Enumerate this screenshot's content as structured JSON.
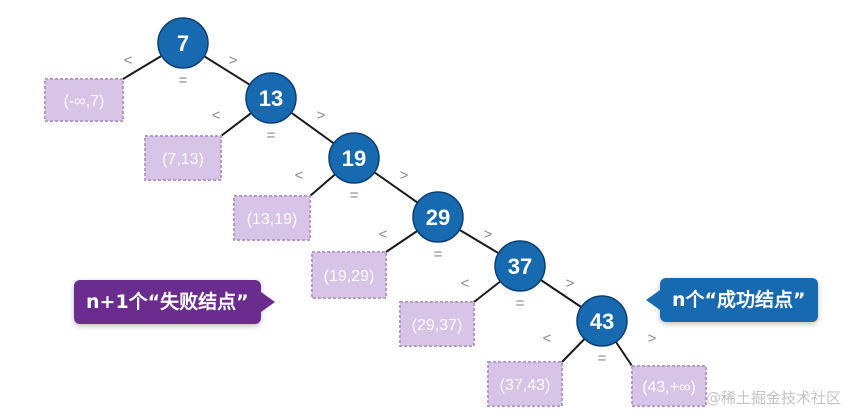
{
  "colors": {
    "node_fill": "#1769b0",
    "node_stroke": "#0d3f75",
    "edge": "#1a1a1a",
    "fail_fill": "#d7c4e6",
    "fail_stroke": "#b59ccc",
    "fail_callout": "#6a2c8e",
    "success_callout": "#1769b0"
  },
  "comparison_symbols": {
    "less": "<",
    "equal": "=",
    "greater": ">"
  },
  "nodes": [
    "7",
    "13",
    "19",
    "29",
    "37",
    "43"
  ],
  "failure_intervals": [
    "(-∞,7)",
    "(7,13)",
    "(13,19)",
    "(19,29)",
    "(29,37)",
    "(37,43)",
    "(43,+∞)"
  ],
  "callouts": {
    "failure": "n+1个“失败结点”",
    "success": "n个“成功结点”"
  },
  "watermark": "@稀土掘金技术社区"
}
